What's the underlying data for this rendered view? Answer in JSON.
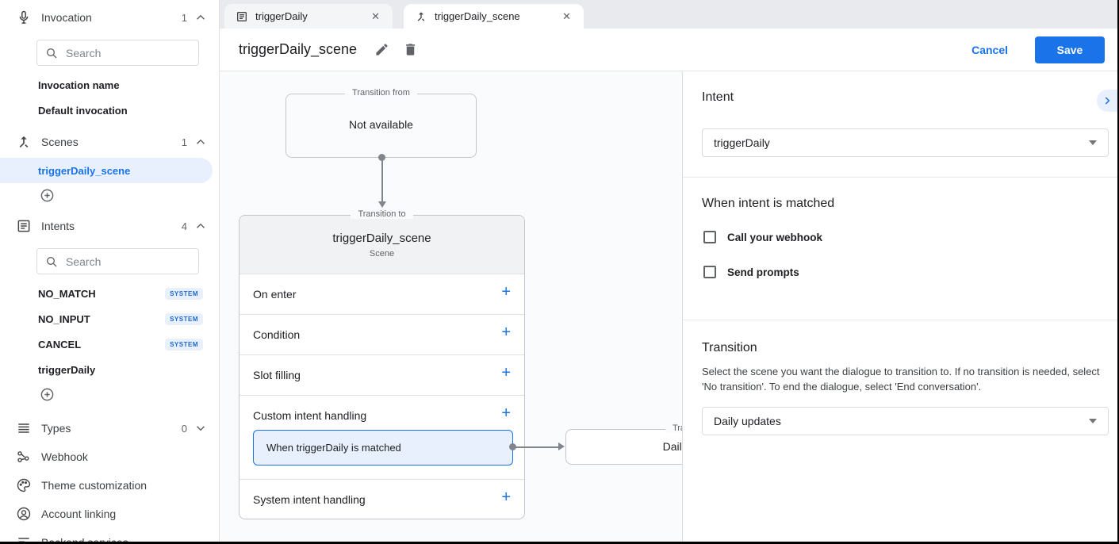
{
  "colors": {
    "accent": "#1a73e8",
    "selected_bg": "#e8f0fe",
    "badge_text": "#1967d2",
    "canvas_bg": "#fafbfd"
  },
  "glyphs": {
    "add": "+",
    "close": "✕"
  },
  "sidebar": {
    "invocation": {
      "label": "Invocation",
      "count": "1",
      "search_placeholder": "Search",
      "items": [
        {
          "label": "Invocation name"
        },
        {
          "label": "Default invocation"
        }
      ]
    },
    "scenes": {
      "label": "Scenes",
      "count": "1",
      "selected_item": "triggerDaily_scene"
    },
    "intents": {
      "label": "Intents",
      "count": "4",
      "search_placeholder": "Search",
      "items": [
        {
          "name": "NO_MATCH",
          "badge": "SYSTEM"
        },
        {
          "name": "NO_INPUT",
          "badge": "SYSTEM"
        },
        {
          "name": "CANCEL",
          "badge": "SYSTEM"
        },
        {
          "name": "triggerDaily",
          "badge": ""
        }
      ]
    },
    "types": {
      "label": "Types",
      "count": "0"
    },
    "links": [
      {
        "label": "Webhook"
      },
      {
        "label": "Theme customization"
      },
      {
        "label": "Account linking"
      },
      {
        "label": "Backend services"
      }
    ]
  },
  "tabs": [
    {
      "label": "triggerDaily"
    },
    {
      "label": "triggerDaily_scene"
    }
  ],
  "header": {
    "title": "triggerDaily_scene",
    "cancel_label": "Cancel",
    "save_label": "Save"
  },
  "canvas": {
    "transition_from": {
      "legend": "Transition from",
      "content": "Not available"
    },
    "scene_card": {
      "legend": "Transition to",
      "title": "triggerDaily_scene",
      "subtitle": "Scene",
      "rows": [
        {
          "label": "On enter"
        },
        {
          "label": "Condition"
        },
        {
          "label": "Slot filling"
        },
        {
          "label": "Custom intent handling"
        },
        {
          "label": "System intent handling"
        }
      ],
      "matched_item": "When triggerDaily is matched"
    },
    "target_card": {
      "legend": "Transition to",
      "content": "Daily updates"
    }
  },
  "panel": {
    "intent": {
      "heading": "Intent",
      "value": "triggerDaily"
    },
    "matched": {
      "heading": "When intent is matched",
      "checkboxes": [
        {
          "label": "Call your webhook"
        },
        {
          "label": "Send prompts"
        }
      ]
    },
    "transition": {
      "heading": "Transition",
      "description": "Select the scene you want the dialogue to transition to. If no transition is needed, select 'No transition'. To end the dialogue, select 'End conversation'.",
      "value": "Daily updates"
    }
  }
}
